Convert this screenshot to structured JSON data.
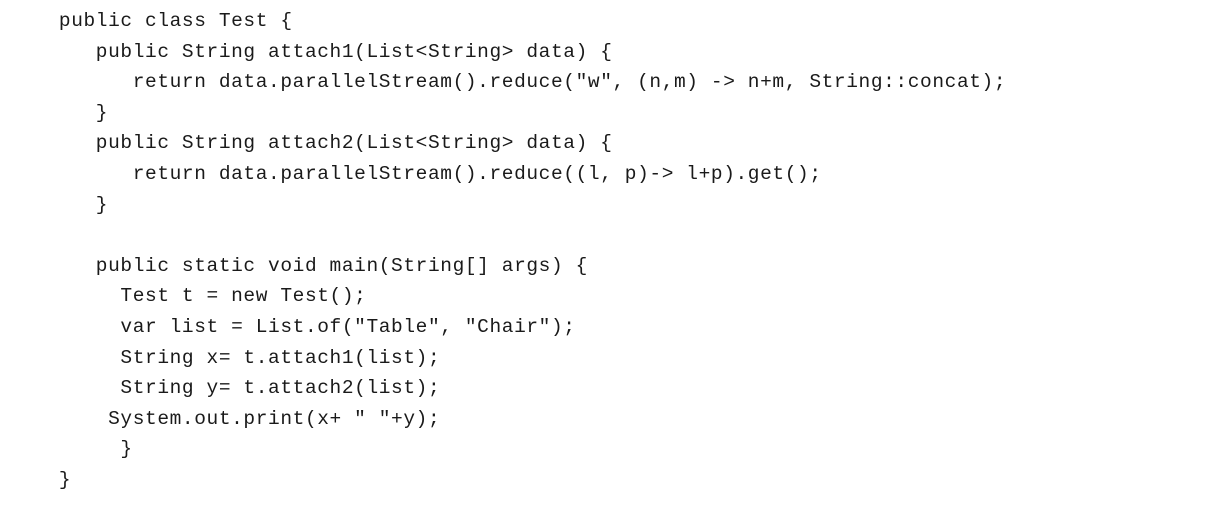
{
  "document": {
    "type": "java-source-code-listing",
    "language": "Java",
    "class_name": "Test",
    "background_color": "#ffffff",
    "text_color": "#1a1a1a",
    "lines": [
      "   public class Test {",
      "      public String attach1(List<String> data) {",
      "         return data.parallelStream().reduce(\"w\", (n,m) -> n+m, String::concat);",
      "      }",
      "      public String attach2(List<String> data) {",
      "         return data.parallelStream().reduce((l, p)-> l+p).get();",
      "      }",
      "",
      "      public static void main(String[] args) {",
      "        Test t = new Test();",
      "        var list = List.of(\"Table\", \"Chair\");",
      "        String x= t.attach1(list);",
      "        String y= t.attach2(list);",
      "       System.out.print(x+ \" \"+y);",
      "        }",
      "   }"
    ]
  }
}
